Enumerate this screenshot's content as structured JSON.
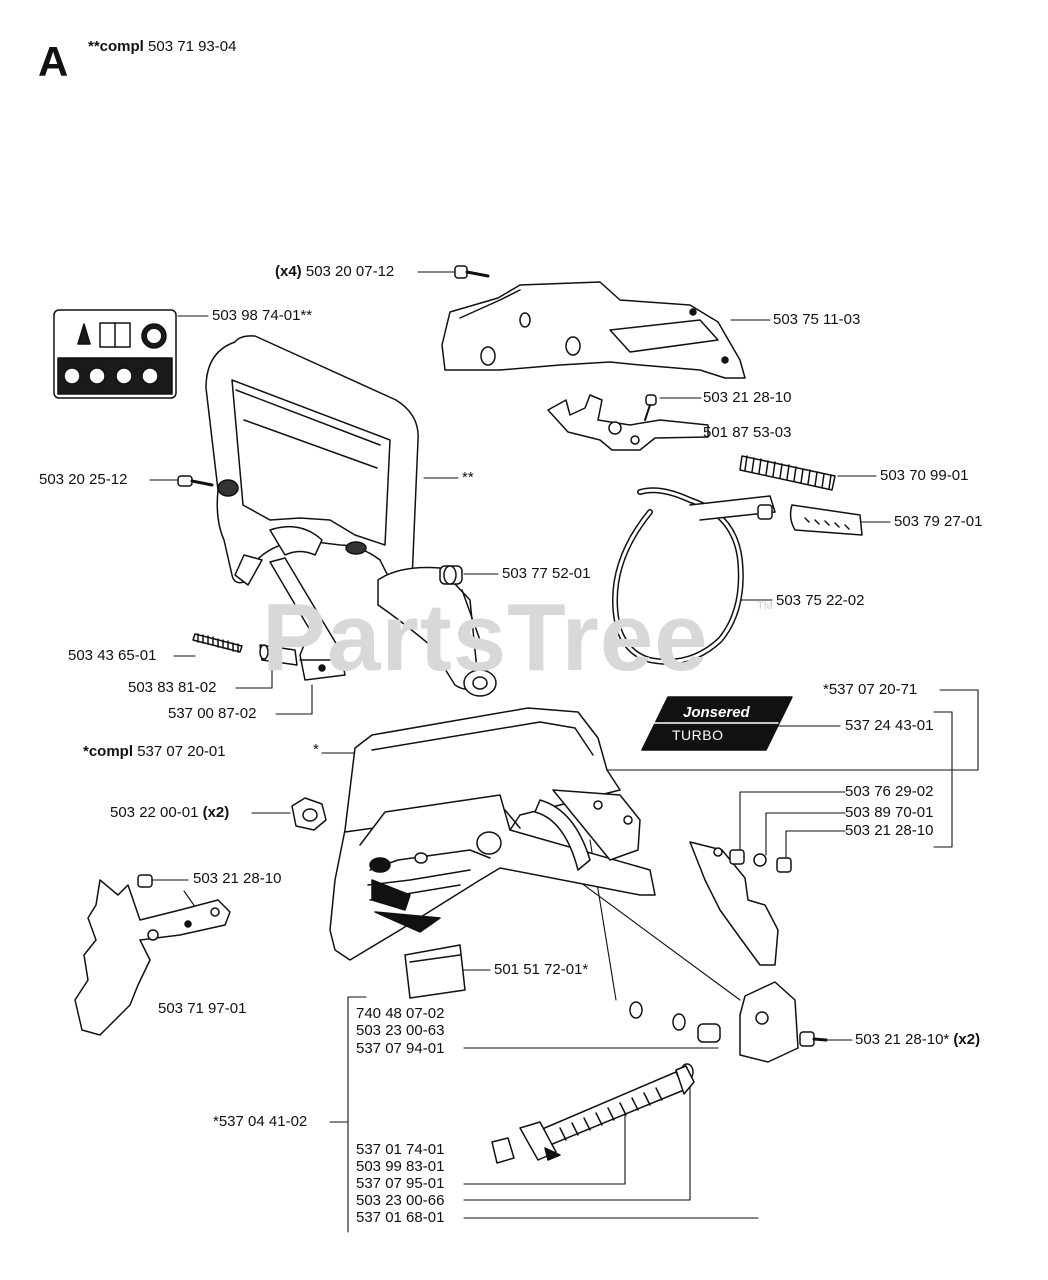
{
  "header": {
    "section": "A",
    "compl_prefix": "**compl",
    "compl_number": "503 71 93-04"
  },
  "watermark": {
    "text": "PartsTree",
    "tm": "TM"
  },
  "badge": {
    "brand": "Jonsered",
    "model": "TURBO"
  },
  "labels": {
    "l01_qty": "(x4)",
    "l01": "503 20 07-12",
    "l02": "503 98 74-01**",
    "l03": "503 75 11-03",
    "l04": "503 21 28-10",
    "l05": "501 87 53-03",
    "l06": "503 20 25-12",
    "l07": "**",
    "l08": "503 70 99-01",
    "l09": "503 79 27-01",
    "l10": "503 77 52-01",
    "l11": "503 75 22-02",
    "l12": "503 43 65-01",
    "l13": "503 83 81-02",
    "l14": "537 00 87-02",
    "l15": "*537 07 20-71",
    "l16": "537 24 43-01",
    "l17_prefix": "*compl",
    "l17": "537 07 20-01",
    "l18": "*",
    "l19": "503 22 00-01",
    "l19_qty": "(x2)",
    "l20": "503 76 29-02",
    "l21": "503 89 70-01",
    "l22": "503 21 28-10",
    "l23": "503 21 28-10",
    "l24": "503 71 97-01",
    "l25": "501 51 72-01*",
    "l26": "740 48 07-02",
    "l27": "503 23 00-63",
    "l28": "537 07 94-01",
    "l29": "503 21 28-10*",
    "l29_qty": "(x2)",
    "l30": "*537 04 41-02",
    "l31": "537 01 74-01",
    "l32": "503 99 83-01",
    "l33": "537 07 95-01",
    "l34": "503 23 00-66",
    "l35": "537 01 68-01"
  }
}
